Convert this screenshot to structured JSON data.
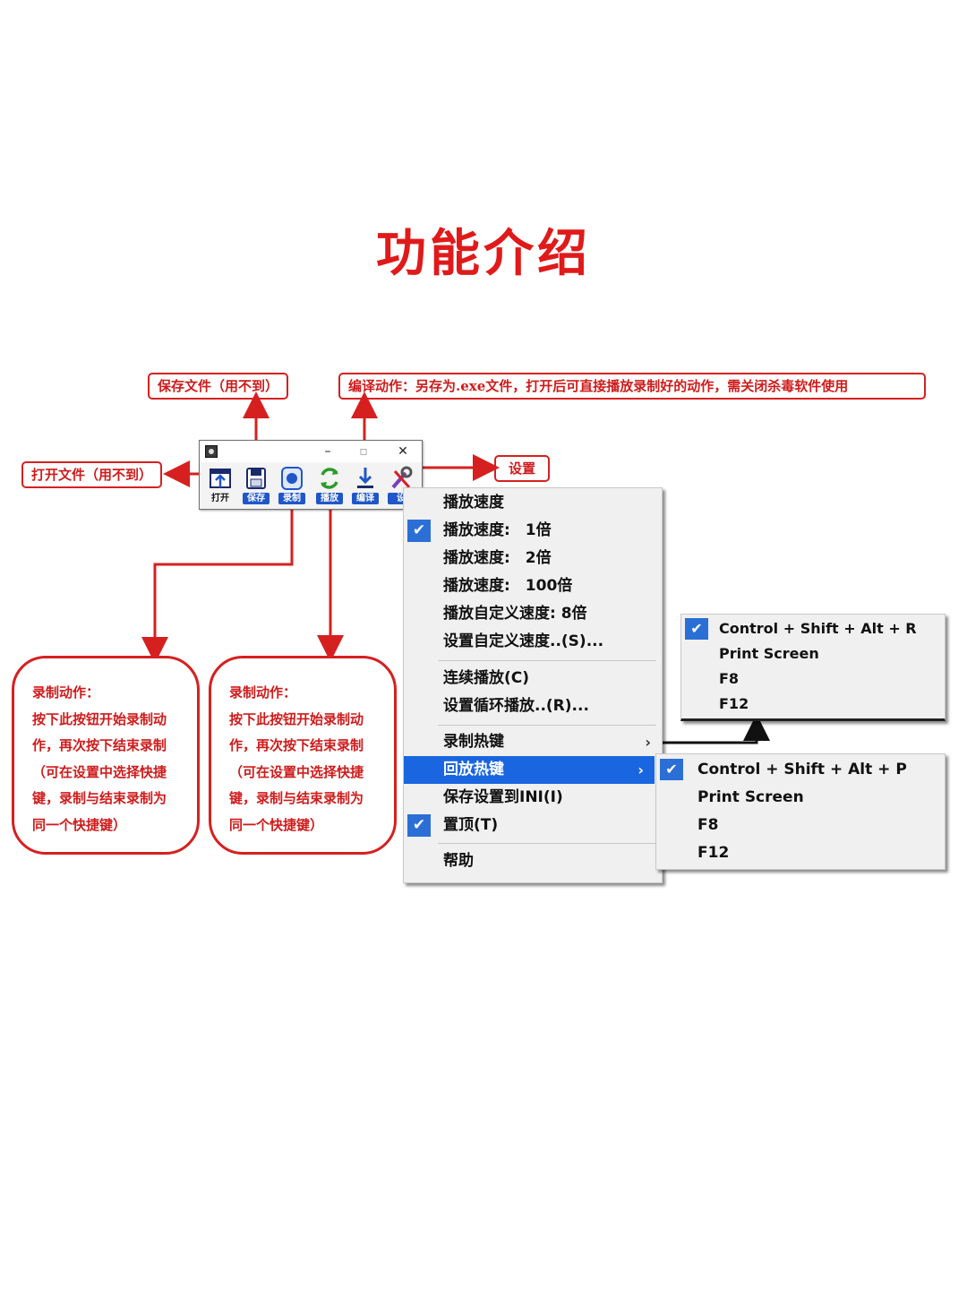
{
  "title": "功能介绍",
  "callouts": {
    "save_file": "保存文件（用不到）",
    "compile": "编译动作：另存为.exe文件，打开后可直接播放录制好的动作，需关闭杀毒软件使用",
    "open_file": "打开文件（用不到）",
    "settings": "设置"
  },
  "toolbar": {
    "buttons": [
      {
        "icon": "open-folder-icon",
        "label": "打开"
      },
      {
        "icon": "floppy-disk-icon",
        "label": "保存"
      },
      {
        "icon": "record-icon",
        "label": "录制"
      },
      {
        "icon": "refresh-play-icon",
        "label": "播放"
      },
      {
        "icon": "download-arrow-icon",
        "label": "编译"
      },
      {
        "icon": "tools-icon",
        "label": "设"
      }
    ],
    "minimize": "–",
    "maximize": "▫",
    "close": "✕"
  },
  "record_box": {
    "title": "录制动作：",
    "lines": [
      "按下此按钮开始录制动",
      "作，再次按下结束录制",
      "（可在设置中选择快捷",
      "键，录制与结束录制为",
      "同一个快捷键）"
    ]
  },
  "play_box": {
    "title": "录制动作：",
    "lines": [
      "按下此按钮开始录制动",
      "作，再次按下结束录制",
      "（可在设置中选择快捷",
      "键，录制与结束录制为",
      "同一个快捷键）"
    ]
  },
  "menu": {
    "items": [
      {
        "label": "播放速度",
        "checked": false
      },
      {
        "label": "播放速度:　1倍",
        "checked": true
      },
      {
        "label": "播放速度:　2倍",
        "checked": false
      },
      {
        "label": "播放速度:　100倍",
        "checked": false
      },
      {
        "label": "播放自定义速度:  8倍",
        "checked": false
      },
      {
        "label": "设置自定义速度..(S)...",
        "checked": false
      },
      {
        "label": "连续播放(C)",
        "checked": false
      },
      {
        "label": "设置循环播放..(R)...",
        "checked": false
      },
      {
        "label": "录制热键",
        "checked": false,
        "submenu": true
      },
      {
        "label": "回放热键",
        "checked": false,
        "submenu": true,
        "highlighted": true
      },
      {
        "label": "保存设置到INI(I)",
        "checked": false
      },
      {
        "label": "置顶(T)",
        "checked": true
      },
      {
        "label": "帮助",
        "checked": false
      }
    ],
    "submenu_arrow": "›",
    "check_glyph": "✔"
  },
  "record_hotkeys": [
    "Control + Shift + Alt + R",
    "Print Screen",
    "F8",
    "F12"
  ],
  "play_hotkeys": [
    "Control + Shift + Alt + P",
    "Print Screen",
    "F8",
    "F12"
  ],
  "colors": {
    "accent_red": "#d62020",
    "menu_highlight": "#1a66e0",
    "check_blue": "#2b6fd6"
  }
}
